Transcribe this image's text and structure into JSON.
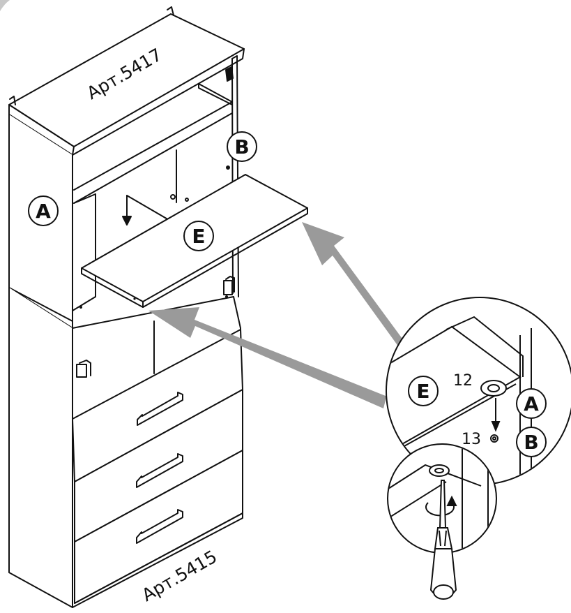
{
  "article_top": "Арт.5417",
  "article_bottom": "Арт.5415",
  "labels": {
    "a": "A",
    "b": "B",
    "e": "E"
  },
  "detail": {
    "e": "E",
    "a": "A",
    "b": "B",
    "part_12": "12",
    "part_13": "13"
  },
  "colors": {
    "line": "#111111",
    "arrow": "#9a9a9a",
    "background": "#ffffff"
  },
  "icons": [
    "screwdriver-icon",
    "cam-lock-icon",
    "drawer-handle-icon",
    "door-hinge-icon"
  ]
}
